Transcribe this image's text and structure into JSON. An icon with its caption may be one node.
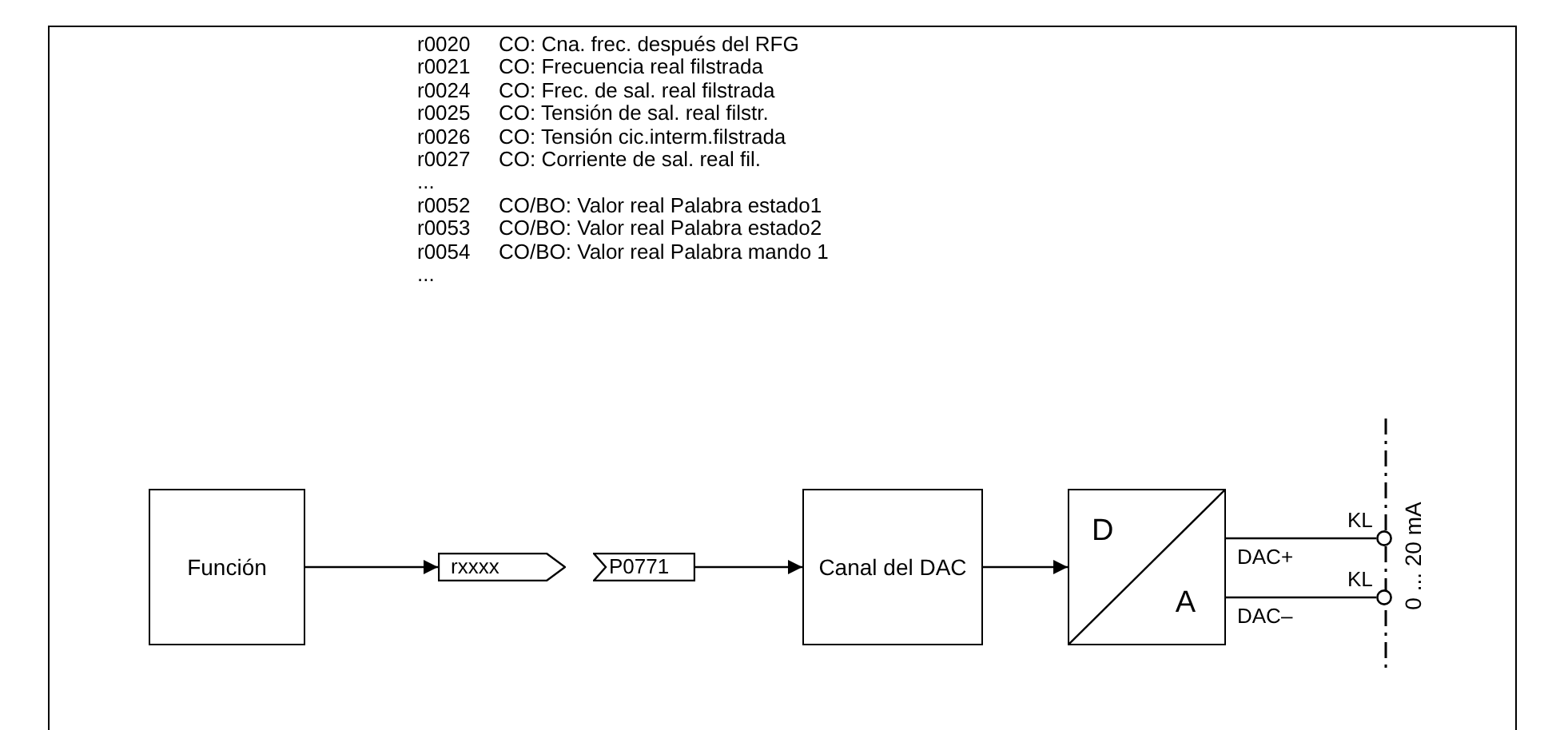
{
  "diagram": {
    "nodes": [
      {
        "text": [
          "Función"
        ]
      },
      {
        "text": [
          "rxxxx"
        ]
      },
      {
        "text": [
          "P0771"
        ]
      },
      {
        "text": [
          "Canal del DAC"
        ]
      },
      {
        "text": [
          "D",
          "A"
        ]
      },
      {
        "text": [],
        "shape": "circle",
        "beside": [
          "KL"
        ]
      },
      {
        "text": [],
        "shape": "circle",
        "beside": [
          "KL"
        ]
      }
    ],
    "edges": [
      {
        "from": 0,
        "to": 1,
        "arrow": "to"
      },
      {
        "from": 2,
        "to": 3,
        "arrow": "to"
      },
      {
        "from": 3,
        "to": 4,
        "arrow": "to"
      },
      {
        "from": 4,
        "to": 5,
        "arrow": "none",
        "label": "DAC+"
      },
      {
        "from": 4,
        "to": 6,
        "arrow": "none",
        "label": "DAC–"
      }
    ],
    "labels": [
      "r0020",
      "CO: Cna. frec. después del RFG",
      "r0021",
      "CO: Frecuencia real filstrada",
      "r0024",
      "CO: Frec. de sal. real filstrada",
      "r0025",
      "CO: Tensión de sal. real filstr.",
      "r0026",
      "CO: Tensión cic.interm.filstrada",
      "r0027",
      "CO: Corriente de sal. real fil.",
      "...",
      "r0052",
      "CO/BO: Valor real Palabra estado1",
      "r0053",
      "CO/BO: Valor real Palabra estado2",
      "r0054",
      "CO/BO: Valor real Palabra mando 1",
      "...",
      "0 ... 20 mA"
    ]
  }
}
